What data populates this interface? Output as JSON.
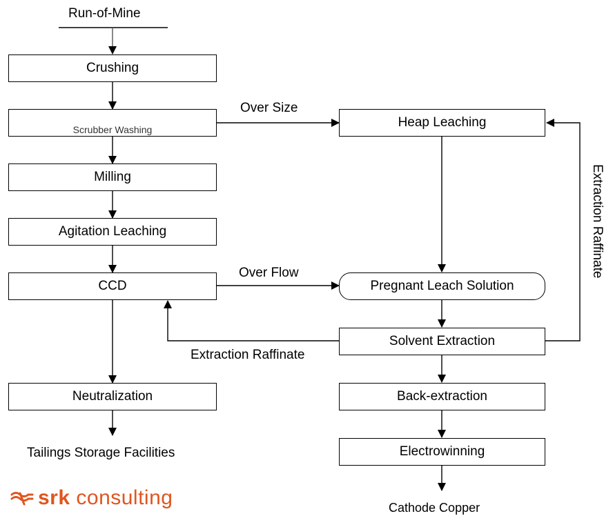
{
  "diagram": {
    "start_label": "Run-of-Mine",
    "left_column": {
      "crushing": "Crushing",
      "scrubber": "Scrubber Washing",
      "milling": "Milling",
      "agitation": "Agitation Leaching",
      "ccd": "CCD",
      "neutralization": "Neutralization",
      "tailings": "Tailings Storage Facilities"
    },
    "right_column": {
      "heap": "Heap Leaching",
      "pls": "Pregnant Leach Solution",
      "solvent": "Solvent Extraction",
      "back_extraction": "Back-extraction",
      "electrowinning": "Electrowinning",
      "cathode": "Cathode Copper"
    },
    "flows": {
      "over_size": "Over Size",
      "over_flow": "Over Flow",
      "raffinate_bottom": "Extraction Raffinate",
      "raffinate_side": "Extraction Raffinate"
    }
  },
  "logo": {
    "name": "srk",
    "suffix": " consulting",
    "icon": "srk-wave-icon",
    "color": "#e0551f"
  }
}
